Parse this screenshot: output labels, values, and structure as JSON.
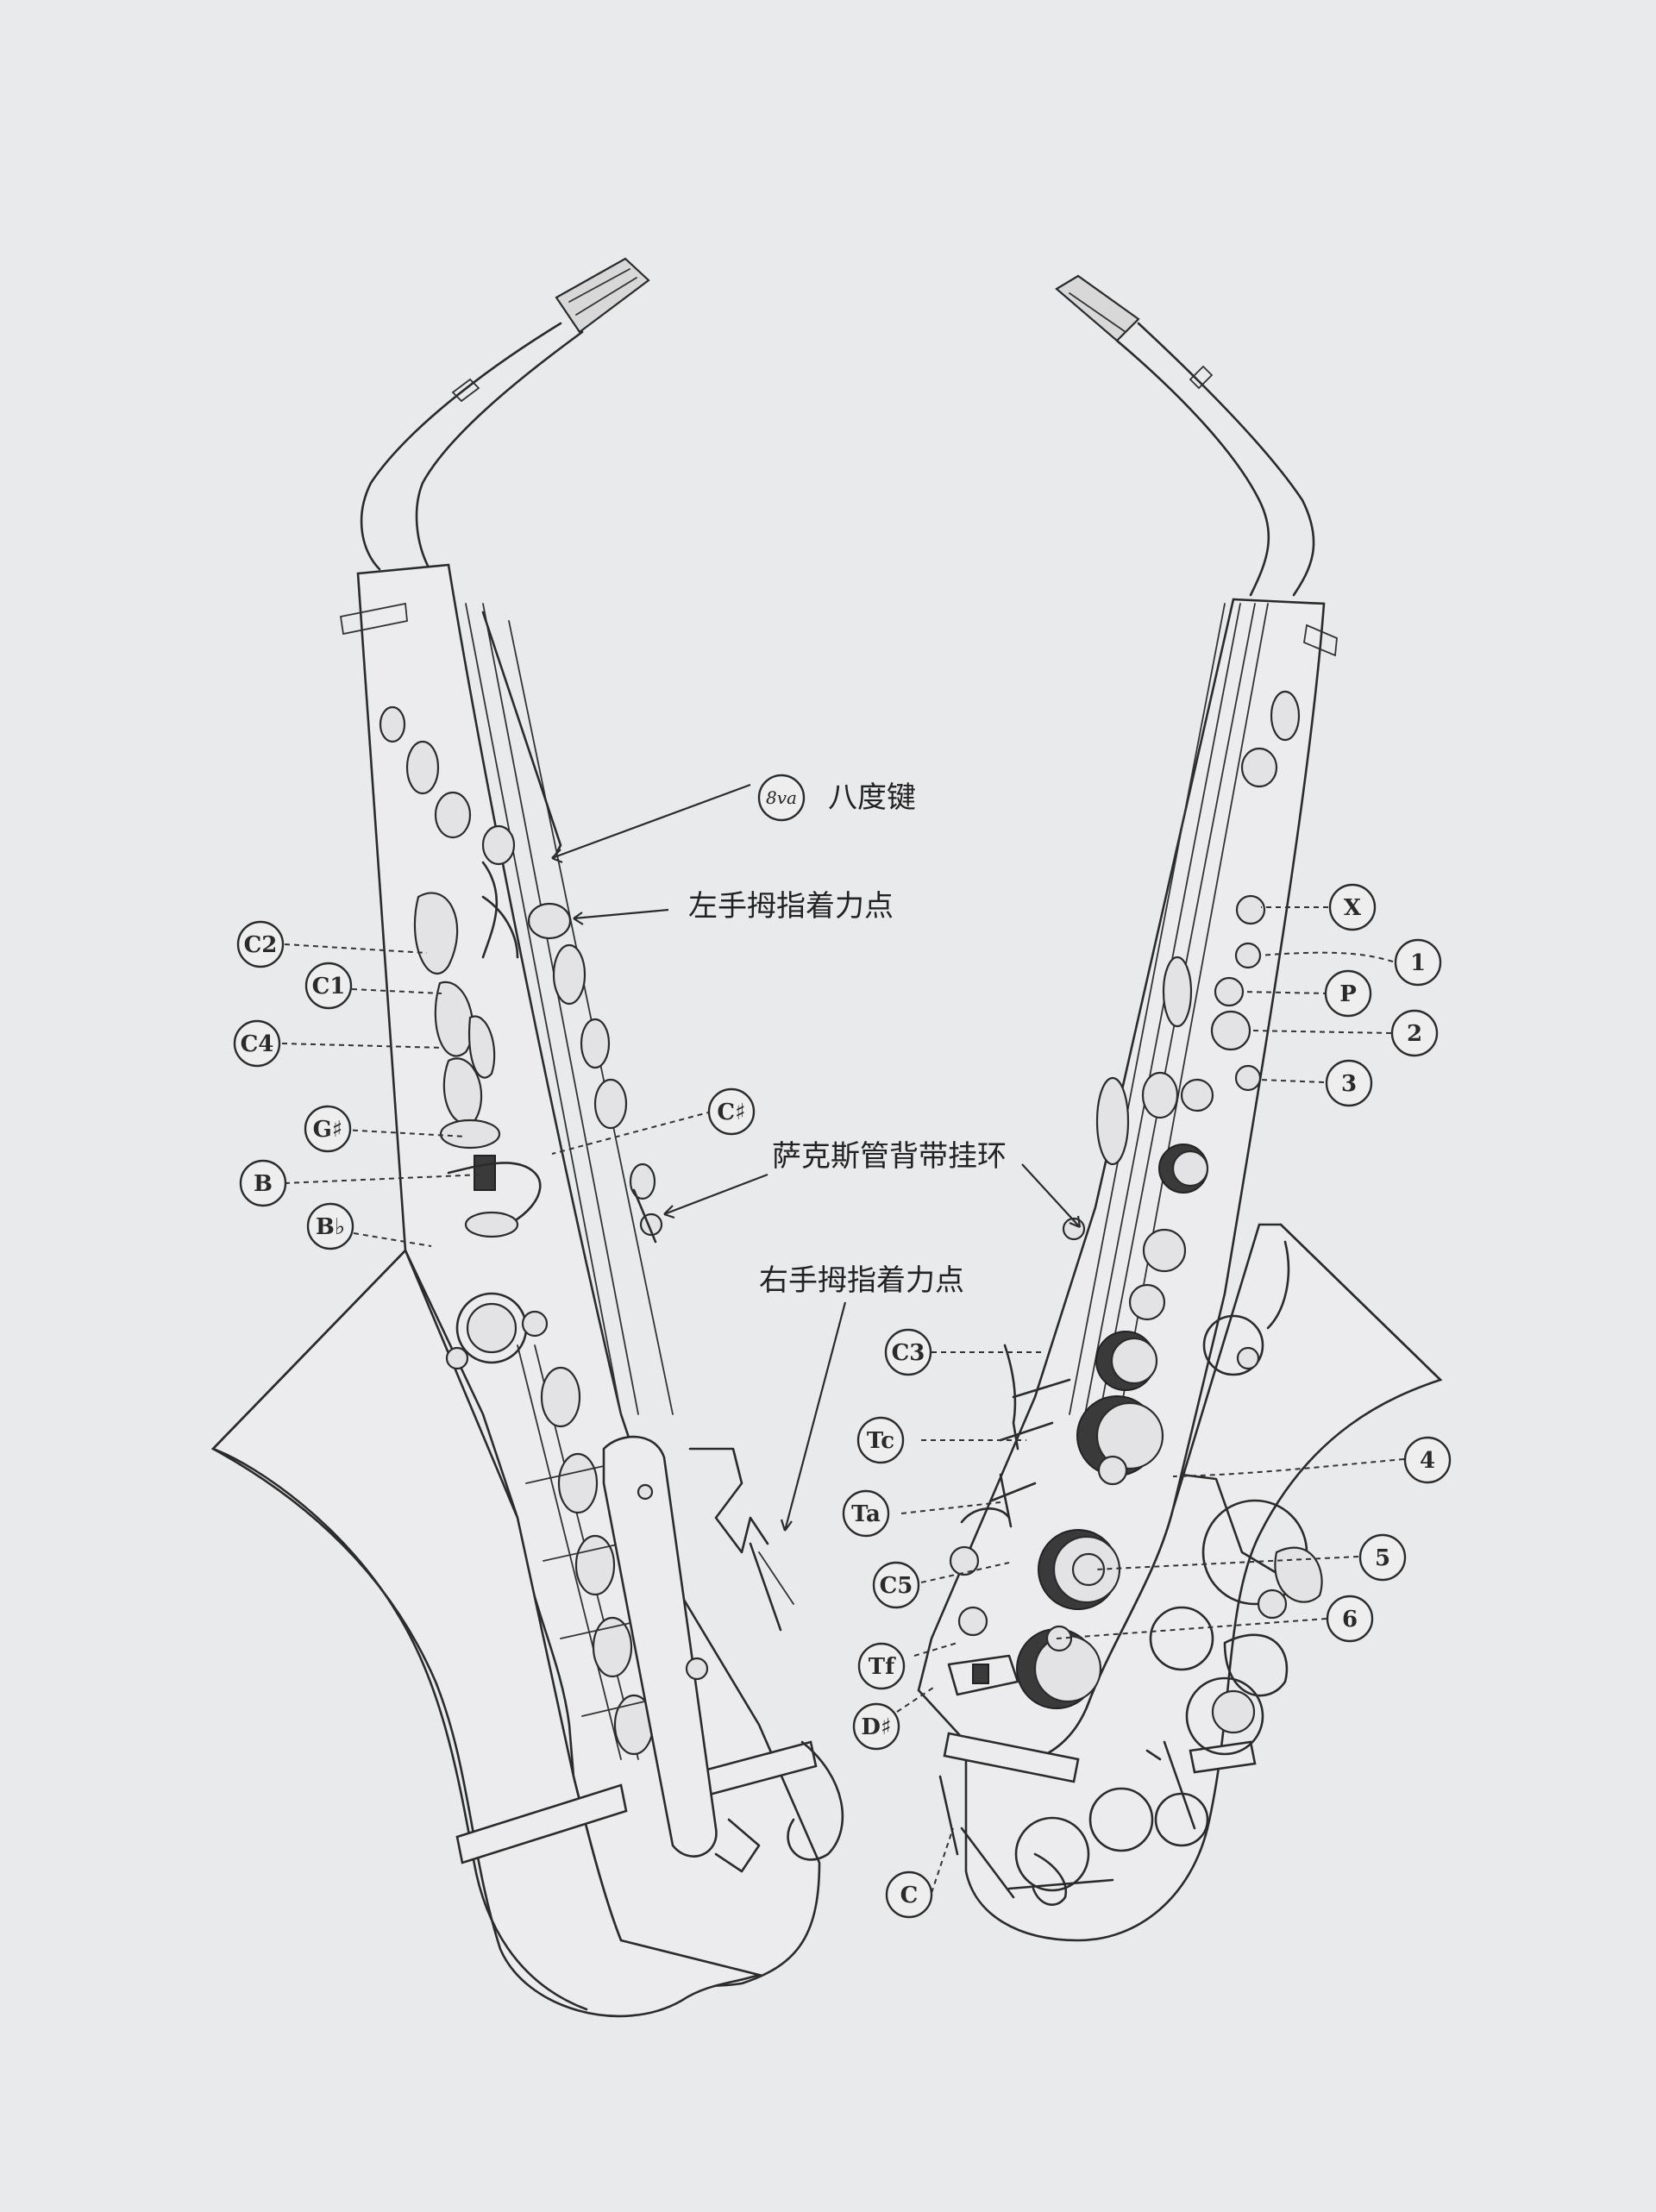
{
  "labels": {
    "octave_key_symbol": "8va",
    "octave_key": "八度键",
    "left_thumb_rest": "左手拇指着力点",
    "strap_ring": "萨克斯管背带挂环",
    "right_thumb_rest": "右手拇指着力点"
  },
  "left_keys": {
    "c2": "C2",
    "c1": "C1",
    "c4": "C4",
    "g_sharp": "G♯",
    "b": "B",
    "b_flat": "B♭",
    "c_sharp": "C♯"
  },
  "right_keys": {
    "x": "X",
    "one": "1",
    "p": "P",
    "two": "2",
    "three": "3",
    "c3": "C3",
    "tc": "Tc",
    "four": "4",
    "ta": "Ta",
    "five": "5",
    "c5": "C5",
    "six": "6",
    "tf": "Tf",
    "d_sharp": "D♯",
    "c": "C"
  },
  "colors": {
    "paper": "#e9eaec",
    "ink": "#2b2b2b"
  }
}
